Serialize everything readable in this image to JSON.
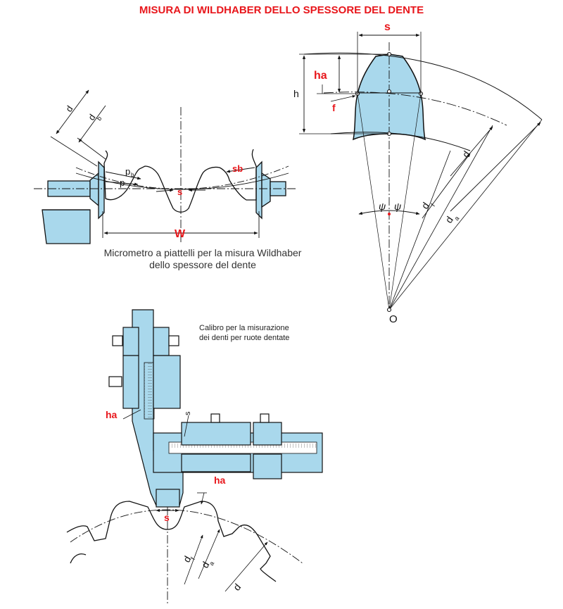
{
  "title": "MISURA DI WILDHABER DELLO SPESSORE DEL DENTE",
  "micrometer": {
    "caption_line1": "Micrometro a piattelli per la misura Wildhaber",
    "caption_line2": "dello spessore del dente",
    "labels": {
      "d": "d",
      "db": "d",
      "db_sub": "b",
      "pb": "p",
      "pb_sub": "b",
      "p": "p",
      "sb": "sb",
      "s": "s",
      "W": "W"
    }
  },
  "tooth_geometry": {
    "labels": {
      "s": "s",
      "ha": "ha",
      "h": "h",
      "f": "f",
      "d": "d",
      "df": "d",
      "df_sub": "f",
      "da": "d",
      "da_sub": "a",
      "psi1": "ψ",
      "psi2": "ψ",
      "O": "O"
    }
  },
  "caliper": {
    "caption_line1": "Calibro per la misurazione",
    "caption_line2": "dei denti per ruote dentate",
    "labels": {
      "ha_left": "ha",
      "s_bar": "s",
      "ha_right": "ha",
      "s": "s",
      "df": "d",
      "df_sub": "f",
      "da": "d",
      "da_sub": "a",
      "d": "d"
    }
  },
  "colors": {
    "fill_blue": "#a9d8ec",
    "accent_red": "#e8161b",
    "line": "#111111"
  }
}
